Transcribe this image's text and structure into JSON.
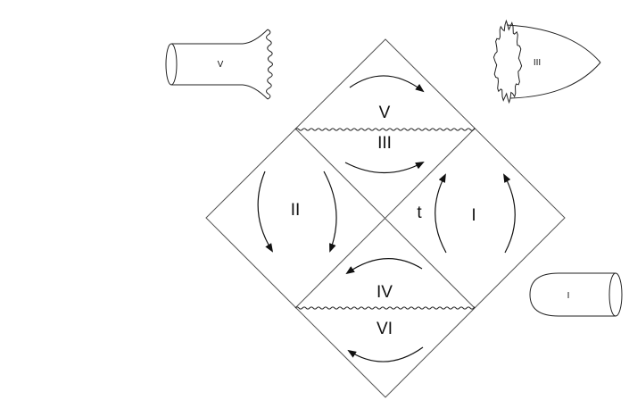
{
  "regions": {
    "r1": "I",
    "r2": "II",
    "r3": "III",
    "r4": "IV",
    "r5": "V",
    "r6": "VI",
    "time": "t"
  },
  "insets": {
    "cylinder": "V",
    "cone": "III",
    "capsule": "I"
  }
}
